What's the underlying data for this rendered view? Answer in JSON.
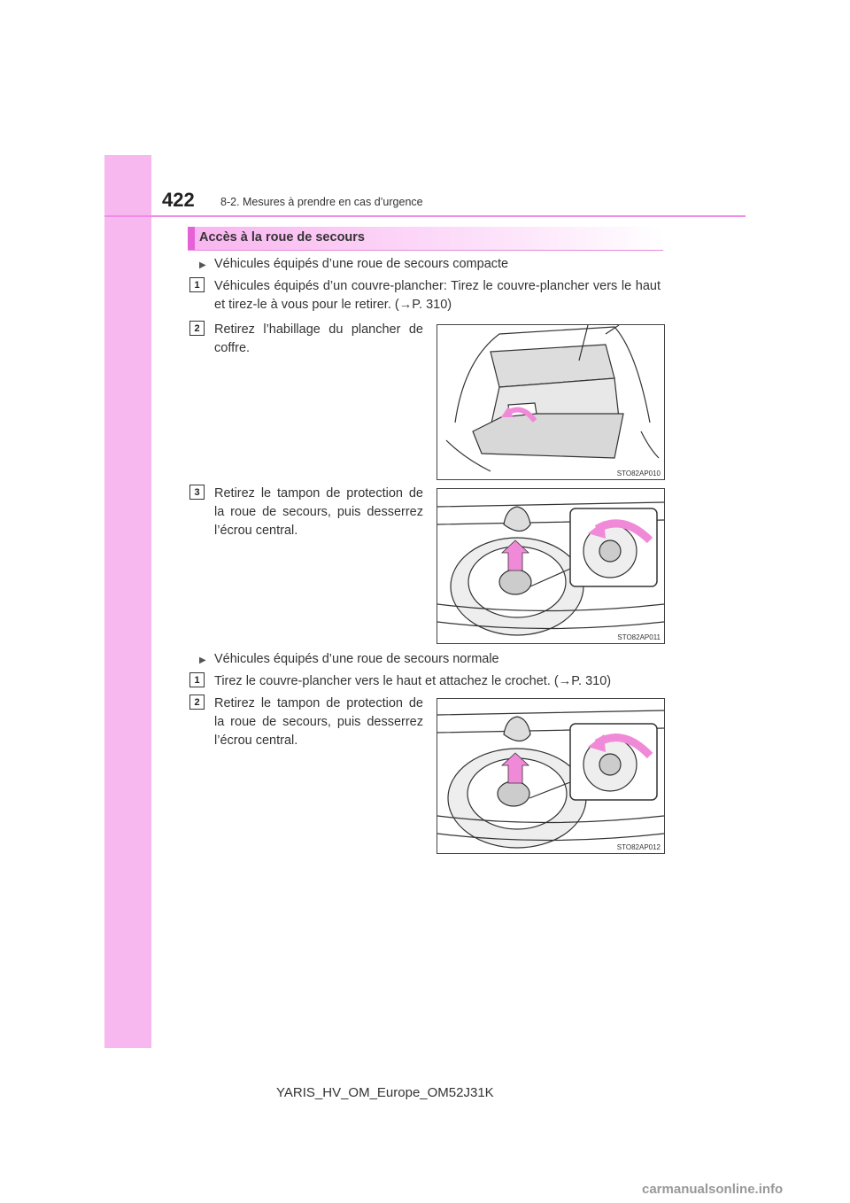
{
  "header": {
    "page_number": "422",
    "section_title": "8-2. Mesures à prendre en cas d’urgence"
  },
  "heading": "Accès à la roue de secours",
  "compact": {
    "bullet": "Véhicules équipés d’une roue de secours compacte",
    "steps": [
      {
        "num": "1",
        "text": "Véhicules équipés d’un couvre-plancher: Tirez le couvre-plancher vers le haut et tirez-le à vous pour le retirer. (→P. 310)"
      },
      {
        "num": "2",
        "text": "Retirez l’habillage du plancher de coffre."
      },
      {
        "num": "3",
        "text": "Retirez le tampon de protection de la roue de secours, puis desserrez l’écrou central."
      }
    ],
    "figures": [
      "STO82AP010",
      "STO82AP011"
    ]
  },
  "normal": {
    "bullet": "Véhicules équipés d’une roue de secours normale",
    "steps": [
      {
        "num": "1",
        "text": "Tirez le couvre-plancher vers le haut et attachez le crochet. (→P. 310)"
      },
      {
        "num": "2",
        "text": "Retirez le tampon de protection de la roue de secours, puis desserrez l’écrou central."
      }
    ],
    "figures": [
      "STO82AP012"
    ]
  },
  "footer": "YARIS_HV_OM_Europe_OM52J31K",
  "watermark": "carmanualsonline.info",
  "colors": {
    "sidebar": "#f7b8ef",
    "accent": "#e462d6",
    "arrow": "#f08ad8"
  }
}
